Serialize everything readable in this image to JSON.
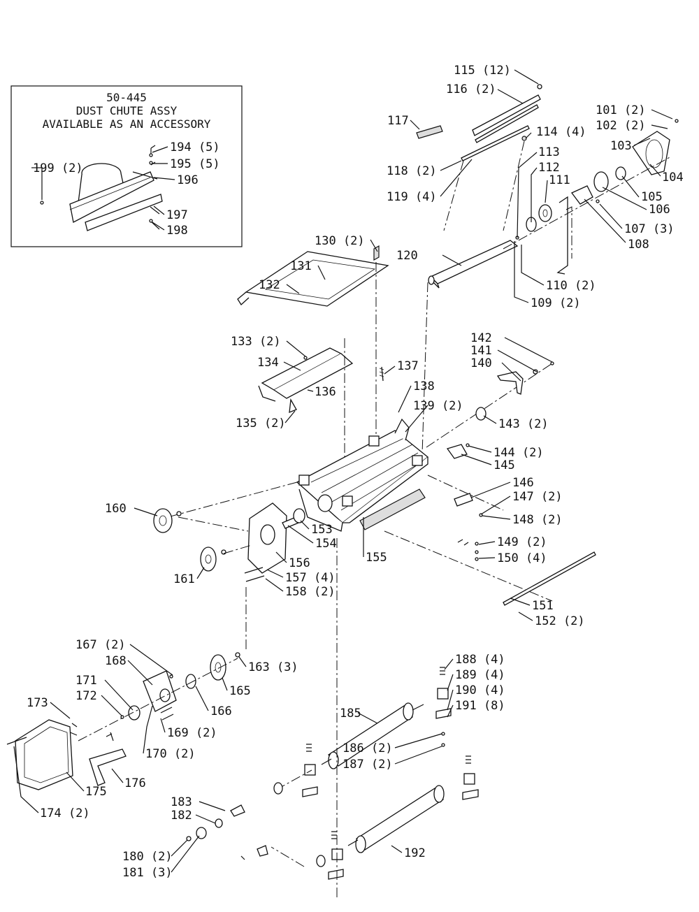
{
  "inset": {
    "title_lines": [
      "50-445",
      "DUST CHUTE ASSY",
      "AVAILABLE AS AN ACCESSORY"
    ]
  },
  "callouts": {
    "c101": "101 (2)",
    "c102": "102 (2)",
    "c103": "103",
    "c104": "104",
    "c105": "105",
    "c106": "106",
    "c107": "107 (3)",
    "c108": "108",
    "c109": "109 (2)",
    "c110": "110 (2)",
    "c111": "111",
    "c112": "112",
    "c113": "113",
    "c114": "114 (4)",
    "c115": "115 (12)",
    "c116": "116 (2)",
    "c117": "117",
    "c118": "118 (2)",
    "c119": "119 (4)",
    "c120": "120",
    "c130": "130 (2)",
    "c131": "131",
    "c132": "132",
    "c133": "133 (2)",
    "c134": "134",
    "c135": "135 (2)",
    "c136": "136",
    "c137": "137",
    "c138": "138",
    "c139": "139 (2)",
    "c140": "140",
    "c141": "141",
    "c142": "142",
    "c143": "143 (2)",
    "c144": "144 (2)",
    "c145": "145",
    "c146": "146",
    "c147": "147 (2)",
    "c148": "148 (2)",
    "c149": "149 (2)",
    "c150": "150 (4)",
    "c151": "151",
    "c152": "152 (2)",
    "c153": "153",
    "c154": "154",
    "c155": "155",
    "c156": "156",
    "c157": "157 (4)",
    "c158": "158 (2)",
    "c160": "160",
    "c161": "161",
    "c163": "163 (3)",
    "c165": "165",
    "c166": "166",
    "c167": "167 (2)",
    "c168": "168",
    "c169": "169 (2)",
    "c170": "170 (2)",
    "c171": "171",
    "c172": "172",
    "c173": "173",
    "c174": "174 (2)",
    "c175": "175",
    "c176": "176",
    "c180": "180 (2)",
    "c181": "181 (3)",
    "c182": "182",
    "c183": "183",
    "c185": "185",
    "c186": "186 (2)",
    "c187": "187 (2)",
    "c188": "188 (4)",
    "c189": "189 (4)",
    "c190": "190 (4)",
    "c191": "191 (8)",
    "c192": "192",
    "c194": "194 (5)",
    "c195": "195 (5)",
    "c196": "196",
    "c197": "197",
    "c198": "198",
    "c199": "199 (2)"
  }
}
